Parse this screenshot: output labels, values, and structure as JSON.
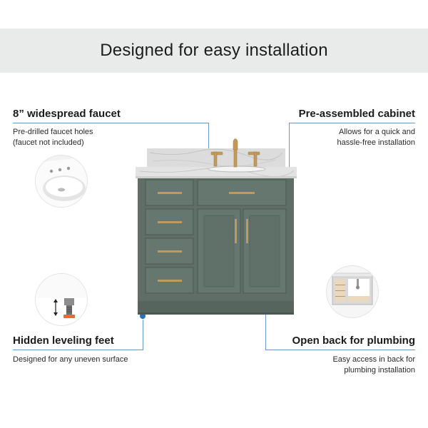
{
  "header": {
    "title": "Designed for easy installation"
  },
  "features": {
    "faucet": {
      "title": "8” widespread faucet",
      "desc_lines": [
        "Pre-drilled faucet holes",
        "(faucet not included)"
      ]
    },
    "cabinet": {
      "title": "Pre-assembled cabinet",
      "desc_lines": [
        "Allows for  a quick and",
        "hassle-free installation"
      ]
    },
    "feet": {
      "title": "Hidden leveling feet",
      "desc_lines": [
        "Designed for any uneven surface"
      ]
    },
    "back": {
      "title": "Open back for plumbing",
      "desc_lines": [
        "Easy access in back for",
        "plumbing installation"
      ]
    }
  },
  "colors": {
    "banner_bg": "#e9eaea",
    "accent_line": "#6c97c6",
    "accent_dot": "#2e6eb3",
    "cabinet": "#5f6f68",
    "hardware": "#c19a5b"
  },
  "icons": {
    "faucet_detail": "sink-basin-icon",
    "feet_detail": "leveling-foot-icon",
    "back_detail": "cabinet-back-icon"
  }
}
